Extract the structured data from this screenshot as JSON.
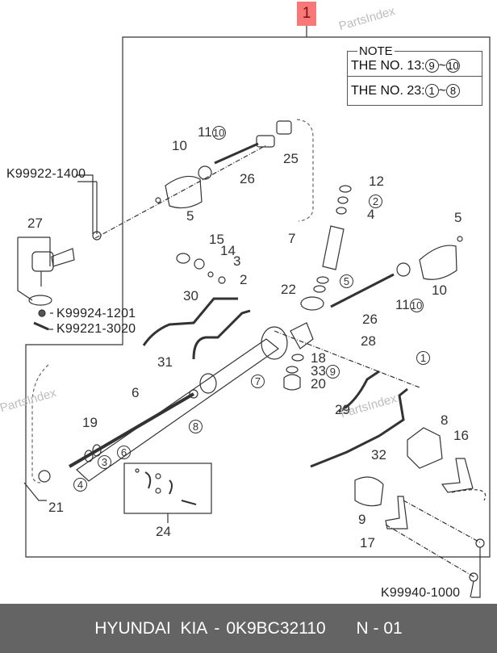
{
  "watermark": "PartsIndex",
  "badge": {
    "label": "1",
    "color": "#f87878"
  },
  "note": {
    "title": "NOTE",
    "rows": [
      {
        "prefix": "THE NO.",
        "number": "13",
        "range_from": "9",
        "range_to": "10"
      },
      {
        "prefix": "THE NO.",
        "number": "23",
        "range_from": "1",
        "range_to": "8"
      }
    ]
  },
  "part_numbers": {
    "tie_rod_nut": "K99922-1400",
    "castle_nut": "K99924-1201",
    "cotter_pin": "K99221-3020",
    "bracket_nut": "K99940-1000"
  },
  "callouts": {
    "c27": "27",
    "c10a": "10",
    "c11a": "11",
    "c11a_ref": "10",
    "c26a": "26",
    "c25": "25",
    "c5a": "5",
    "c12": "12",
    "c2a": "2",
    "c4a": "4",
    "c7a": "7",
    "c5b": "5",
    "c22": "22",
    "c5c": "5",
    "c10b": "10",
    "c11b": "11",
    "c11b_ref": "10",
    "c26b": "26",
    "c28": "28",
    "c15": "15",
    "c14": "14",
    "c3a": "3",
    "c2b": "2",
    "c30": "30",
    "c31": "31",
    "c18": "18",
    "c33": "33",
    "c33_ref": "9",
    "c20": "20",
    "c7b": "7",
    "c6a": "6",
    "c8a": "8",
    "c19": "19",
    "c6b": "6",
    "c3b": "3",
    "c4b": "4",
    "c21": "21",
    "c24": "24",
    "c1": "1",
    "c29": "29",
    "c32": "32",
    "c8b": "8",
    "c16": "16",
    "c9": "9",
    "c17": "17"
  },
  "footer": {
    "brand": "HYUNDAI  KIA",
    "separator": "-",
    "part_number": "0K9BC32110",
    "page": "N - 01"
  }
}
